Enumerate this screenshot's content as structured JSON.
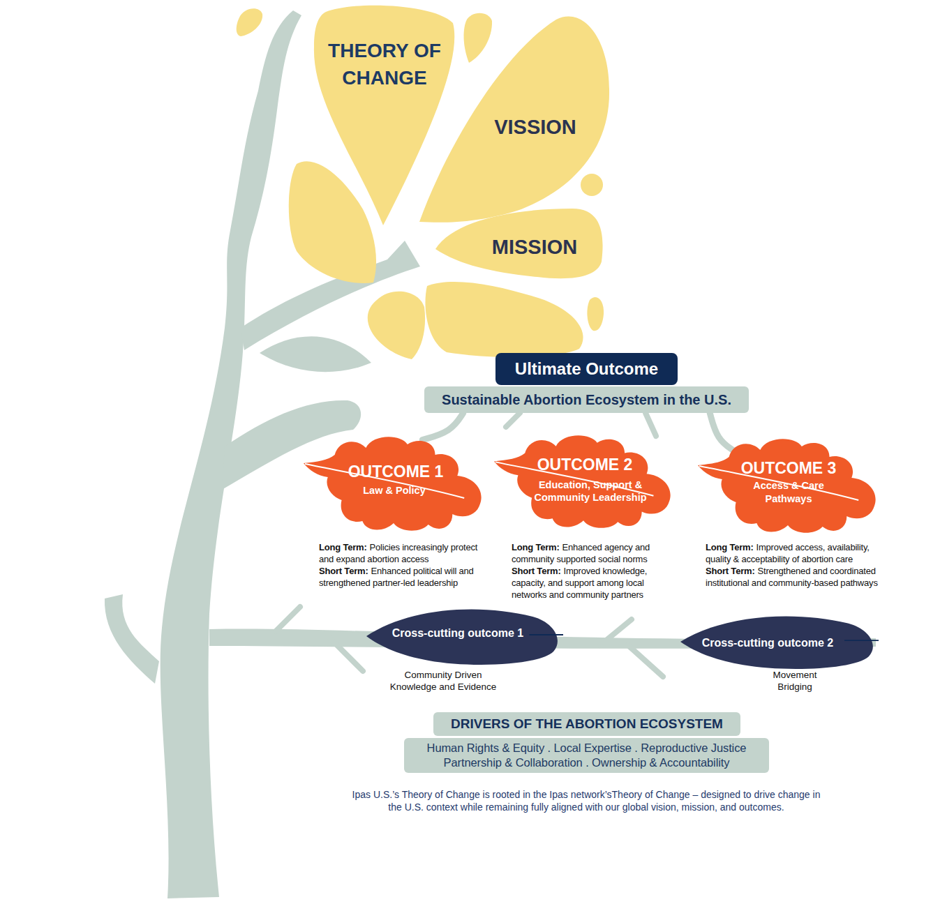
{
  "diagram": {
    "caption": "Ipas U.S.’s Theory of Change is rooted in the Ipas network’sTheory of Change – designed to drive change in the U.S. context while remaining fully aligned with our global vision, mission, and outcomes.",
    "nodes": [
      {
        "text": [
          "THEORY OF CHANGE"
        ]
      },
      {
        "text": [
          "VISSION"
        ]
      },
      {
        "text": [
          "MISSION"
        ]
      },
      {
        "text": [
          "Ultimate Outcome"
        ]
      },
      {
        "text": [
          "Sustainable Abortion Ecosystem in the U.S."
        ]
      },
      {
        "text": [
          "OUTCOME 1",
          "Law & Policy"
        ]
      },
      {
        "text": [
          "OUTCOME 2",
          "Education, Support & Community Leadership"
        ]
      },
      {
        "text": [
          "OUTCOME 3",
          "Access & Care Pathways"
        ]
      },
      {
        "text": [
          "Cross-cutting outcome 1",
          "Community Driven Knowledge and Evidence"
        ]
      },
      {
        "text": [
          "Cross-cutting outcome 2",
          "Movement Bridging"
        ]
      },
      {
        "text": [
          "DRIVERS OF THE ABORTION ECOSYSTEM"
        ]
      },
      {
        "text": [
          "Human Rights & Equity . Local Expertise . Reproductive Justice Partnership & Collaboration . Ownership & Accountability"
        ]
      }
    ],
    "edges": [
      {
        "from": 4,
        "to": 5,
        "arrow": "none"
      },
      {
        "from": 4,
        "to": 7,
        "arrow": "none"
      }
    ],
    "labels": [
      "Long Term:",
      "Policies increasingly protect and expand abortion access",
      "Short Term:",
      "Enhanced political will and strengthened partner-led leadership",
      "Long Term:",
      "Enhanced agency and community supported social norms",
      "Short Term:",
      "Improved knowledge, capacity, and support among local networks and community partners",
      "Long Term:",
      "Improved access, availability, quality & acceptability of abortion care",
      "Short Term:",
      "Strengthened and coordinated institutional and community-based pathways"
    ]
  }
}
